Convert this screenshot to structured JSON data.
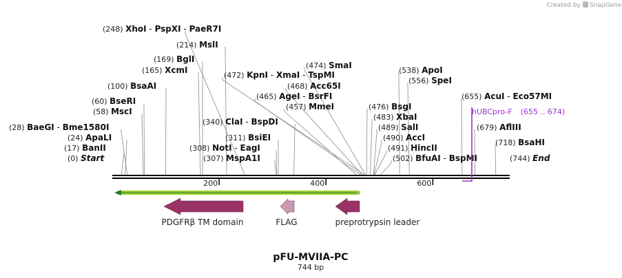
{
  "credit": {
    "prefix": "Created by",
    "brand": "SnapGene"
  },
  "plasmid": {
    "name": "pFU-MVIIA-PC",
    "length_label": "744 bp",
    "length": 744
  },
  "axis": {
    "ticks": [
      {
        "pos": 200,
        "label": "200"
      },
      {
        "pos": 400,
        "label": "400"
      },
      {
        "pos": 600,
        "label": "600"
      }
    ]
  },
  "sites": [
    {
      "pos": 248,
      "num": "(248)",
      "names": [
        "XhoI",
        "PspXI",
        "PaeR7I"
      ]
    },
    {
      "pos": 214,
      "num": "(214)",
      "names": [
        "MslI"
      ]
    },
    {
      "pos": 169,
      "num": "(169)",
      "names": [
        "BglI"
      ]
    },
    {
      "pos": 165,
      "num": "(165)",
      "names": [
        "XcmI"
      ]
    },
    {
      "pos": 100,
      "num": "(100)",
      "names": [
        "BsaAI"
      ]
    },
    {
      "pos": 60,
      "num": "(60)",
      "names": [
        "BseRI"
      ]
    },
    {
      "pos": 58,
      "num": "(58)",
      "names": [
        "MscI"
      ]
    },
    {
      "pos": 28,
      "num": "(28)",
      "names": [
        "BaeGI",
        "Bme1580I"
      ]
    },
    {
      "pos": 24,
      "num": "(24)",
      "names": [
        "ApaLI"
      ]
    },
    {
      "pos": 17,
      "num": "(17)",
      "names": [
        "BanII"
      ]
    },
    {
      "pos": 0,
      "num": "(0)",
      "names": [
        "Start"
      ],
      "italic": true
    },
    {
      "pos": 474,
      "num": "(474)",
      "names": [
        "SmaI"
      ]
    },
    {
      "pos": 472,
      "num": "(472)",
      "names": [
        "KpnI",
        "XmaI",
        "TspMI"
      ]
    },
    {
      "pos": 468,
      "num": "(468)",
      "names": [
        "Acc65I"
      ]
    },
    {
      "pos": 465,
      "num": "(465)",
      "names": [
        "AgeI",
        "BsrFI"
      ]
    },
    {
      "pos": 457,
      "num": "(457)",
      "names": [
        "MmeI"
      ]
    },
    {
      "pos": 340,
      "num": "(340)",
      "names": [
        "ClaI",
        "BspDI"
      ]
    },
    {
      "pos": 311,
      "num": "(311)",
      "names": [
        "BsiEI"
      ]
    },
    {
      "pos": 308,
      "num": "(308)",
      "names": [
        "NotI",
        "EagI"
      ]
    },
    {
      "pos": 307,
      "num": "(307)",
      "names": [
        "MspA1I"
      ]
    },
    {
      "pos": 538,
      "num": "(538)",
      "names": [
        "ApoI"
      ]
    },
    {
      "pos": 556,
      "num": "(556)",
      "names": [
        "SpeI"
      ]
    },
    {
      "pos": 476,
      "num": "(476)",
      "names": [
        "BsgI"
      ]
    },
    {
      "pos": 483,
      "num": "(483)",
      "names": [
        "XbaI"
      ]
    },
    {
      "pos": 489,
      "num": "(489)",
      "names": [
        "SalI"
      ]
    },
    {
      "pos": 490,
      "num": "(490)",
      "names": [
        "AccI"
      ]
    },
    {
      "pos": 491,
      "num": "(491)",
      "names": [
        "HincII"
      ]
    },
    {
      "pos": 502,
      "num": "(502)",
      "names": [
        "BfuAI",
        "BspMI"
      ]
    },
    {
      "pos": 655,
      "num": "(655)",
      "names": [
        "AcuI",
        "Eco57MI"
      ]
    },
    {
      "pos": 679,
      "num": "(679)",
      "names": [
        "AflIII"
      ]
    },
    {
      "pos": 718,
      "num": "(718)",
      "names": [
        "BsaHI"
      ]
    },
    {
      "pos": 744,
      "num": "(744)",
      "names": [
        "End"
      ],
      "italic": true
    }
  ],
  "primer": {
    "name": "hUBCpro-F",
    "range": "(655 .. 674)",
    "start": 655,
    "end": 674,
    "color": "#9b30d0"
  },
  "features": [
    {
      "name": "PDGFRβ TM domain",
      "color": "#993366"
    },
    {
      "name": "FLAG",
      "color": "#cc99b3"
    },
    {
      "name": "preprotrypsin leader",
      "color": "#993366"
    }
  ],
  "orf": {
    "color": "#99cc33"
  }
}
